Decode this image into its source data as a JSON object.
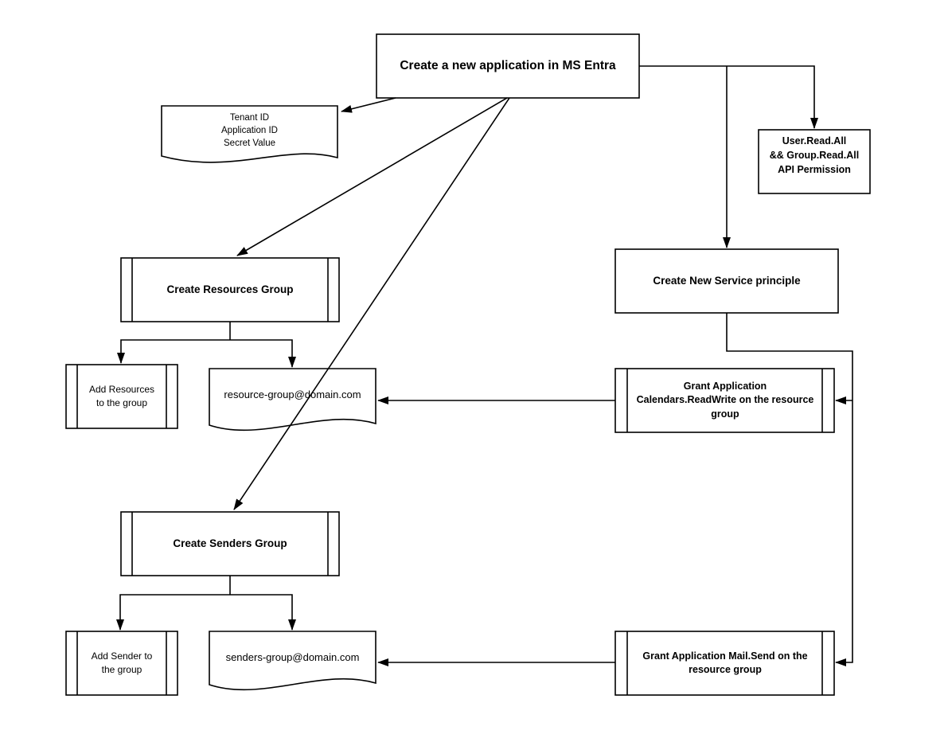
{
  "diagram": {
    "title": "MS Entra application setup flowchart",
    "colors": {
      "stroke": "#000000",
      "fill": "#ffffff",
      "text": "#000000"
    },
    "nodes": {
      "create_app": {
        "type": "process",
        "label": "Create a new application in MS Entra"
      },
      "credentials_doc": {
        "type": "document",
        "label": "Tenant ID\nApplication ID\nSecret Value"
      },
      "api_permission": {
        "type": "process",
        "label": "User.Read.All\n&& Group.Read.All\nAPI Permission"
      },
      "create_resources_group": {
        "type": "subprocess",
        "label": "Create Resources Group"
      },
      "create_service_principle": {
        "type": "process",
        "label": "Create New Service principle"
      },
      "add_resources": {
        "type": "subprocess",
        "label": "Add Resources\nto the group"
      },
      "resource_group_email": {
        "type": "document",
        "label": "resource-group@domain.com"
      },
      "grant_calendars": {
        "type": "subprocess",
        "label": "Grant Application\nCalendars.ReadWrite on the resource\ngroup"
      },
      "create_senders_group": {
        "type": "subprocess",
        "label": "Create Senders Group"
      },
      "add_sender": {
        "type": "subprocess",
        "label": "Add Sender to\nthe group"
      },
      "senders_group_email": {
        "type": "document",
        "label": "senders-group@domain.com"
      },
      "grant_mail_send": {
        "type": "subprocess",
        "label": "Grant Application Mail.Send on the\nresource group"
      }
    },
    "edges": [
      {
        "from": "create_app",
        "to": "credentials_doc"
      },
      {
        "from": "create_app",
        "to": "create_resources_group"
      },
      {
        "from": "create_app",
        "to": "create_senders_group"
      },
      {
        "from": "create_app",
        "to": "api_permission"
      },
      {
        "from": "create_app",
        "to": "create_service_principle"
      },
      {
        "from": "create_resources_group",
        "to": "add_resources"
      },
      {
        "from": "create_resources_group",
        "to": "resource_group_email"
      },
      {
        "from": "create_service_principle",
        "to": "grant_calendars"
      },
      {
        "from": "create_service_principle",
        "to": "grant_mail_send"
      },
      {
        "from": "grant_calendars",
        "to": "resource_group_email"
      },
      {
        "from": "create_senders_group",
        "to": "add_sender"
      },
      {
        "from": "create_senders_group",
        "to": "senders_group_email"
      },
      {
        "from": "grant_mail_send",
        "to": "senders_group_email"
      }
    ]
  }
}
